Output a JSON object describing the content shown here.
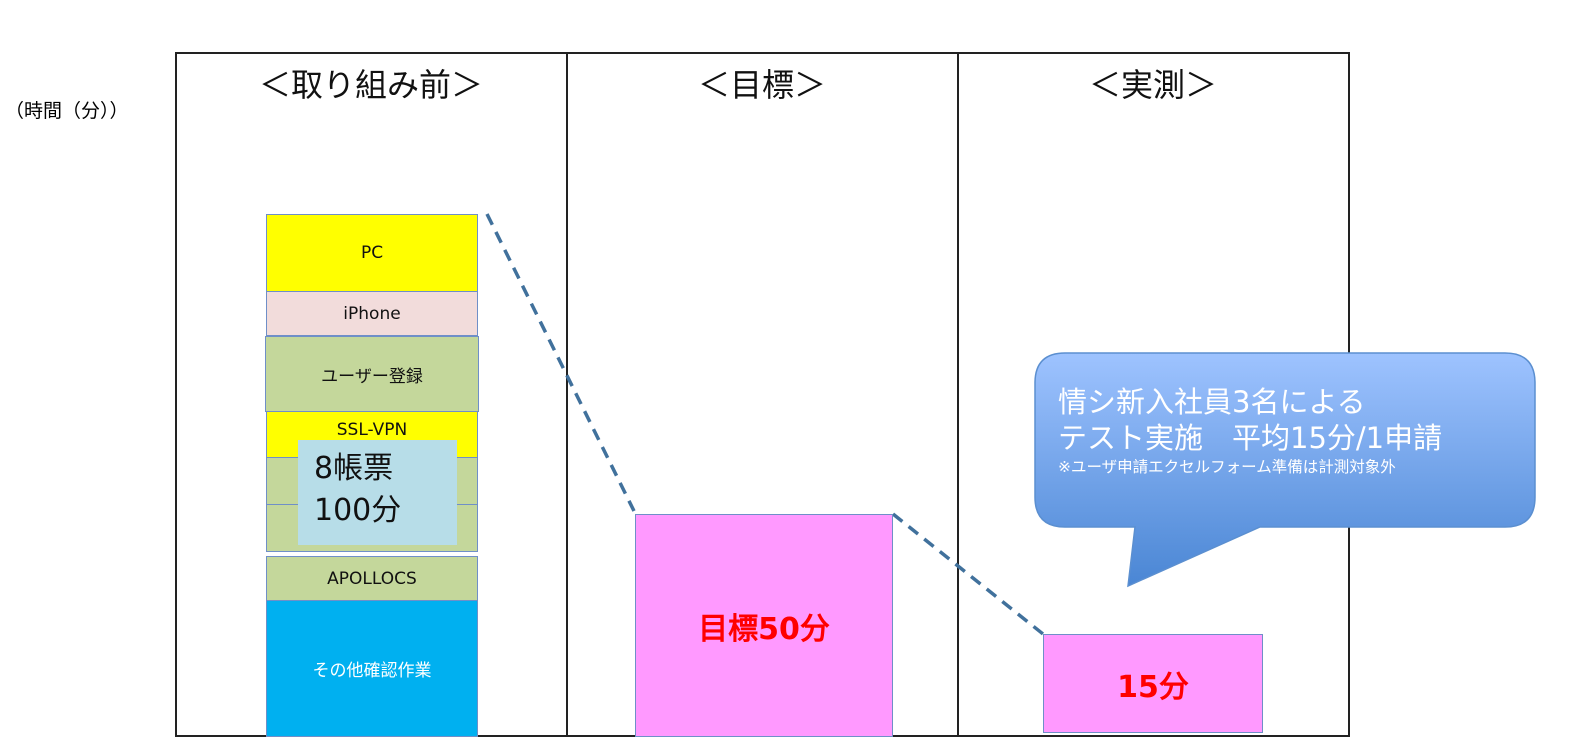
{
  "y_axis_label": "（時間（分））",
  "columns": [
    {
      "heading": "＜取り組み前＞"
    },
    {
      "heading": "＜目標＞"
    },
    {
      "heading": "＜実測＞"
    }
  ],
  "before_stack": [
    {
      "label": "PC",
      "color": "#ffff00"
    },
    {
      "label": "iPhone",
      "color": "#f2dcdb"
    },
    {
      "label": "ユーザー登録",
      "color": "#c4d79b"
    },
    {
      "label": "SSL-VPN",
      "color": "#ffff00"
    },
    {
      "label": "",
      "color": "#c4d79b"
    },
    {
      "label": "",
      "color": "#c4d79b"
    },
    {
      "label": "APOLLOCS",
      "color": "#c4d79b"
    },
    {
      "label": "その他確認作業",
      "color": "#00b0f0"
    }
  ],
  "before_summary": {
    "line1": "8帳票",
    "line2": "100分"
  },
  "target_box": {
    "label": "目標50分",
    "color": "#ff99ff"
  },
  "actual_box": {
    "label": "15分",
    "color": "#ff99ff"
  },
  "callout": {
    "line1": "情シ新入社員3名による",
    "line2": "テスト実施　平均15分/1申請",
    "note": "※ユーザ申請エクセルフォーム準備は計測対象外"
  }
}
